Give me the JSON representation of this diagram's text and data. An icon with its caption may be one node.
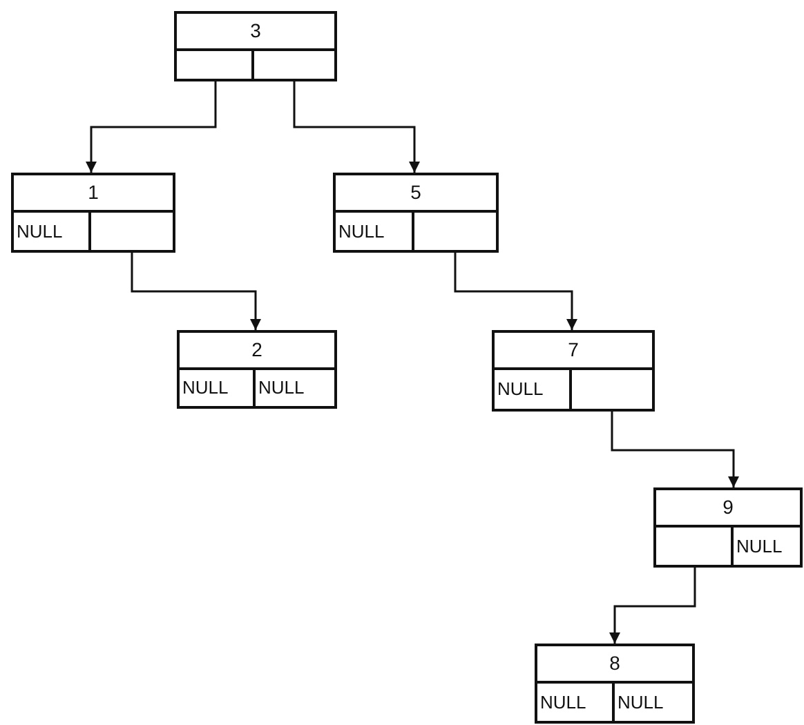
{
  "diagram": {
    "nodes": [
      {
        "text": [
          "3"
        ]
      },
      {
        "text": [],
        "shape": "box",
        "in": 0
      },
      {
        "text": [],
        "shape": "box",
        "in": 0
      },
      {
        "text": [
          "1"
        ]
      },
      {
        "text": [
          "NULL"
        ],
        "in": 3
      },
      {
        "text": [],
        "shape": "box",
        "in": 3
      },
      {
        "text": [
          "5"
        ]
      },
      {
        "text": [
          "NULL"
        ],
        "in": 6
      },
      {
        "text": [],
        "shape": "box",
        "in": 6
      },
      {
        "text": [
          "2"
        ]
      },
      {
        "text": [
          "NULL"
        ],
        "in": 9
      },
      {
        "text": [
          "NULL"
        ],
        "in": 9
      },
      {
        "text": [
          "7"
        ]
      },
      {
        "text": [
          "NULL"
        ],
        "in": 12
      },
      {
        "text": [],
        "shape": "box",
        "in": 12
      },
      {
        "text": [
          "9"
        ]
      },
      {
        "text": [],
        "shape": "box",
        "in": 15
      },
      {
        "text": [
          "NULL"
        ],
        "in": 15
      },
      {
        "text": [
          "8"
        ]
      },
      {
        "text": [
          "NULL"
        ],
        "in": 18
      },
      {
        "text": [
          "NULL"
        ],
        "in": 18
      }
    ],
    "edges": [
      {
        "from": 1,
        "to": 3,
        "arrow": "to"
      },
      {
        "from": 2,
        "to": 6,
        "arrow": "to"
      },
      {
        "from": 5,
        "to": 9,
        "arrow": "to"
      },
      {
        "from": 8,
        "to": 12,
        "arrow": "to"
      },
      {
        "from": 14,
        "to": 15,
        "arrow": "to"
      },
      {
        "from": 16,
        "to": 18,
        "arrow": "to"
      }
    ]
  }
}
